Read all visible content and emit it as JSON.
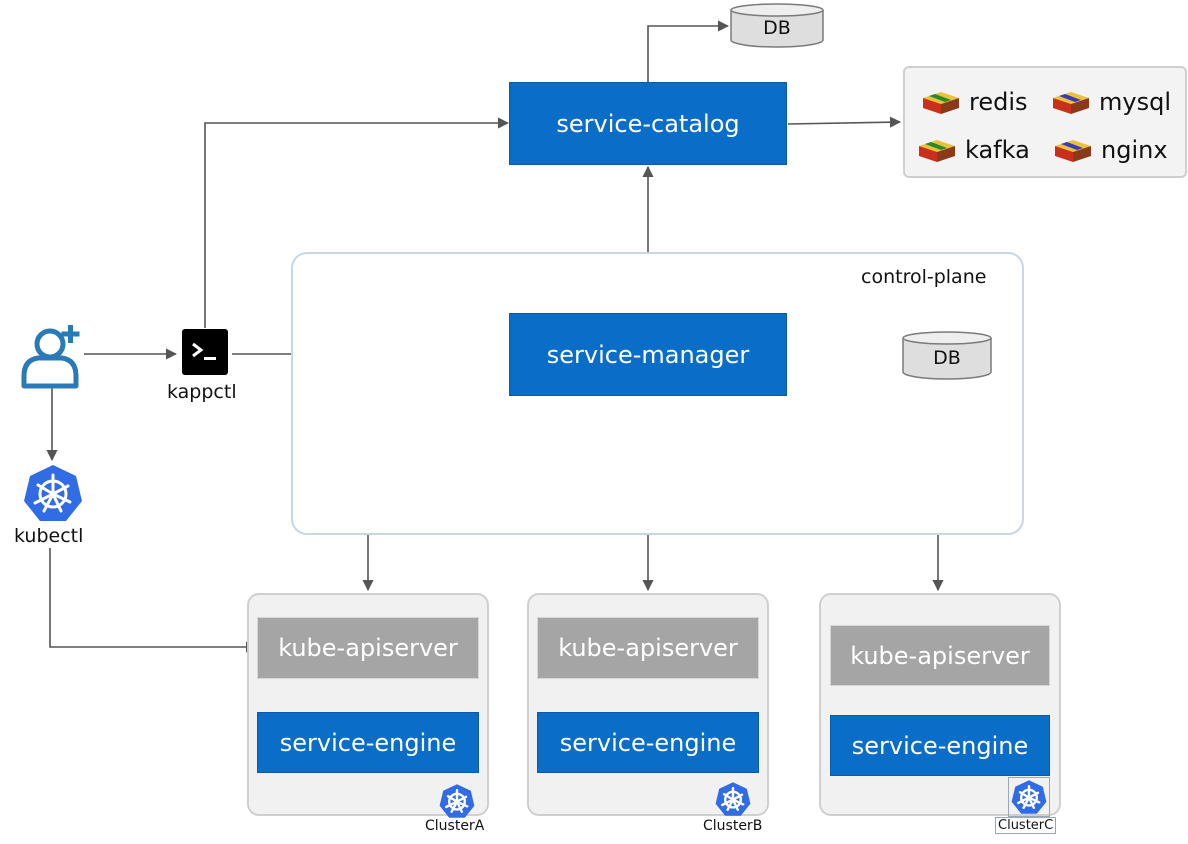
{
  "nodes": {
    "service_catalog": "service-catalog",
    "service_manager": "service-manager",
    "control_plane": "control-plane",
    "db_top": "DB",
    "db_manager": "DB",
    "kappctl": "kappctl",
    "kubectl": "kubectl"
  },
  "catalog_products": [
    {
      "name": "redis"
    },
    {
      "name": "mysql"
    },
    {
      "name": "kafka"
    },
    {
      "name": "nginx"
    }
  ],
  "clusters": [
    {
      "apiserver": "kube-apiserver",
      "engine": "service-engine",
      "name": "ClusterA"
    },
    {
      "apiserver": "kube-apiserver",
      "engine": "service-engine",
      "name": "ClusterB"
    },
    {
      "apiserver": "kube-apiserver",
      "engine": "service-engine",
      "name": "ClusterC"
    }
  ],
  "icons": {
    "user": "add-user-icon",
    "terminal": "terminal-icon",
    "kubernetes": "kubernetes-icon",
    "package": "package-box-icon"
  },
  "colors": {
    "service_blue": "#0a6ec8",
    "apiserver_gray": "#a5a5a5",
    "kubernetes_blue": "#326ce5",
    "user_blue": "#2a7ab8",
    "arrow_gray": "#555555"
  }
}
